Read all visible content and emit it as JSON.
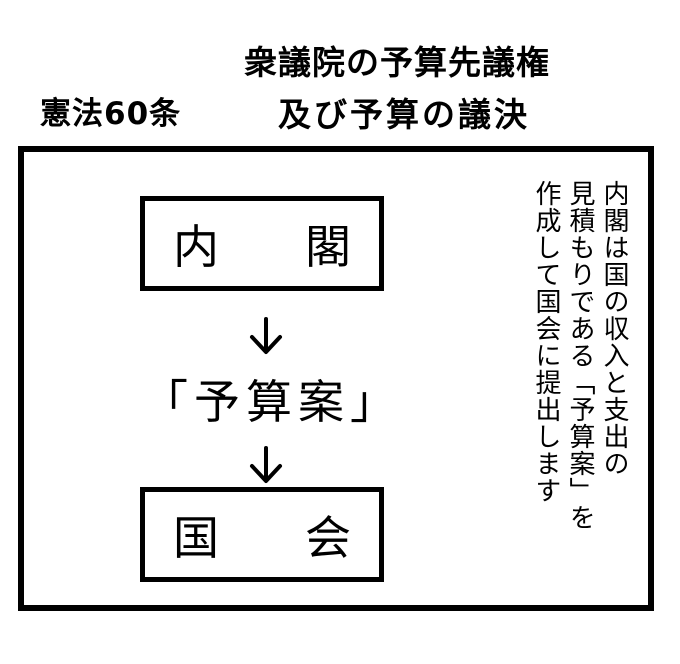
{
  "header": {
    "title_line1": "衆議院の予算先議権",
    "article": "憲法60条",
    "title_line2": "及び予算の議決"
  },
  "diagram": {
    "box_top_chars": [
      "内",
      "閣"
    ],
    "middle_text": "「予算案」",
    "box_bottom_chars": [
      "国",
      "会"
    ]
  },
  "description": {
    "columns": [
      "内閣は国の収入と支出の",
      "見積もりである「予算案」を",
      "作成して国会に提出します"
    ]
  }
}
